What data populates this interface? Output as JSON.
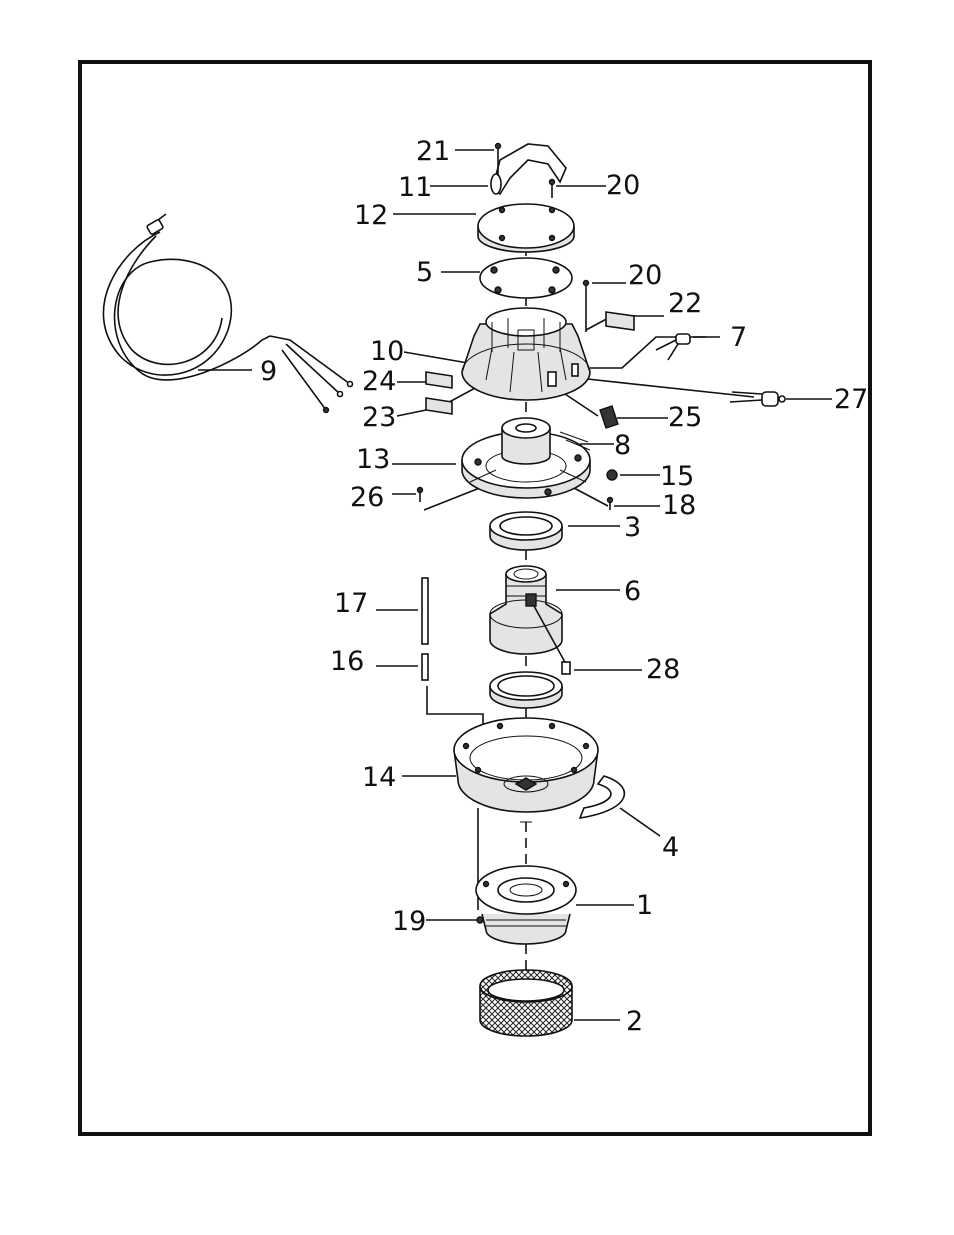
{
  "diagram": {
    "callouts": [
      {
        "id": "c21",
        "text": "21"
      },
      {
        "id": "c11",
        "text": "11"
      },
      {
        "id": "c20a",
        "text": "20"
      },
      {
        "id": "c12",
        "text": "12"
      },
      {
        "id": "c5",
        "text": "5"
      },
      {
        "id": "c20b",
        "text": "20"
      },
      {
        "id": "c22",
        "text": "22"
      },
      {
        "id": "c7",
        "text": "7"
      },
      {
        "id": "c10",
        "text": "10"
      },
      {
        "id": "c9",
        "text": "9"
      },
      {
        "id": "c24",
        "text": "24"
      },
      {
        "id": "c23",
        "text": "23"
      },
      {
        "id": "c27",
        "text": "27"
      },
      {
        "id": "c25",
        "text": "25"
      },
      {
        "id": "c8",
        "text": "8"
      },
      {
        "id": "c13",
        "text": "13"
      },
      {
        "id": "c15",
        "text": "15"
      },
      {
        "id": "c26",
        "text": "26"
      },
      {
        "id": "c18",
        "text": "18"
      },
      {
        "id": "c3",
        "text": "3"
      },
      {
        "id": "c6",
        "text": "6"
      },
      {
        "id": "c17",
        "text": "17"
      },
      {
        "id": "c16",
        "text": "16"
      },
      {
        "id": "c28",
        "text": "28"
      },
      {
        "id": "c14",
        "text": "14"
      },
      {
        "id": "c4",
        "text": "4"
      },
      {
        "id": "c1",
        "text": "1"
      },
      {
        "id": "c19",
        "text": "19"
      },
      {
        "id": "c2",
        "text": "2"
      }
    ]
  }
}
